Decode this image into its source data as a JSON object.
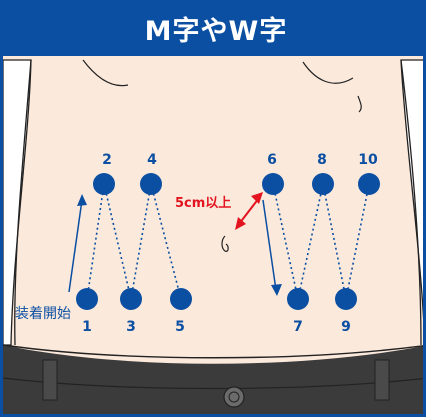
{
  "header": {
    "title": "M字やW字"
  },
  "colors": {
    "brand_blue": "#0b4fa2",
    "dot_blue": "#0b4fa2",
    "skin": "#fbe9dc",
    "skin_shadow": "#f6d8c6",
    "red": "#e3141f",
    "belt": "#3b3b3b"
  },
  "labels": {
    "start": "装着開始",
    "distance": "5cm以上"
  },
  "points": [
    {
      "n": "1"
    },
    {
      "n": "2"
    },
    {
      "n": "3"
    },
    {
      "n": "4"
    },
    {
      "n": "5"
    },
    {
      "n": "6"
    },
    {
      "n": "7"
    },
    {
      "n": "8"
    },
    {
      "n": "9"
    },
    {
      "n": "10"
    }
  ]
}
